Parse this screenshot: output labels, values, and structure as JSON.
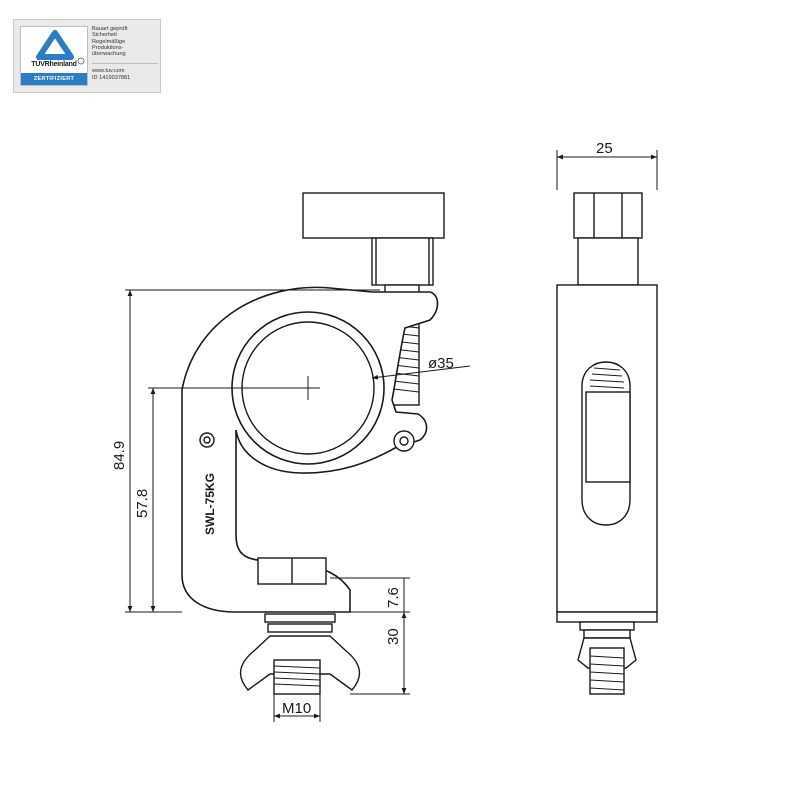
{
  "certificate": {
    "brand": "TÜVRheinland",
    "status": "ZERTIFIZIERT",
    "lines": [
      "Bauart geprüft",
      "Sicherheit",
      "Regelmäßige",
      "Produktions-",
      "überwachung"
    ],
    "website": "www.tuv.com",
    "id": "ID 1419037881",
    "brand_color": "#2a7ec6"
  },
  "drawing": {
    "model_marking": "SWL-75KG",
    "tube_diameter": "ø35",
    "height_total": "84.9",
    "height_center": "57.8",
    "height_nut": "7.6",
    "height_bolt": "30",
    "thread": "M10",
    "width": "25"
  }
}
